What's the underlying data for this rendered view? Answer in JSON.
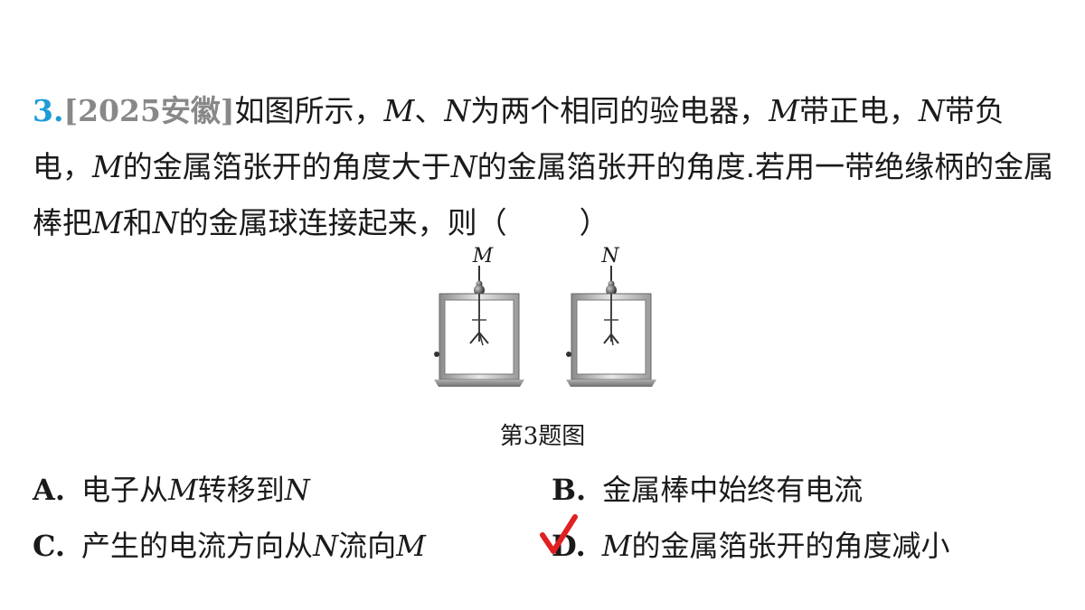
{
  "question": {
    "number": "3.",
    "source": "[2025安徽]",
    "t1": "如图所示，",
    "v1": "M",
    "t2": "、",
    "v2": "N",
    "t3": "为两个相同的验电器，",
    "v3": "M",
    "t4": "带正电，",
    "v4": "N",
    "t5": "带负电，",
    "v5": "M",
    "t6": "的金属箔张开的角度大于",
    "v6": "N",
    "t7": "的金属箔张开的角度.若用一带绝缘柄的金属棒把",
    "v7": "M",
    "t8": "和",
    "v8": "N",
    "t9": "的金属球连接起来，则（",
    "t10": "）"
  },
  "figure": {
    "label_m": "M",
    "label_n": "N",
    "caption": "第3题图"
  },
  "options": {
    "a": {
      "letter": "A.",
      "t1": "电子从",
      "v1": "M",
      "t2": "转移到",
      "v2": "N"
    },
    "b": {
      "letter": "B.",
      "t1": "金属棒中始终有电流"
    },
    "c": {
      "letter": "C.",
      "t1": "产生的电流方向从",
      "v1": "N",
      "t2": "流向",
      "v2": "M"
    },
    "d": {
      "letter": "D.",
      "v1": "M",
      "t1": "的金属箔张开的角度减小"
    }
  },
  "answer_mark": {
    "icon": "checkmark-icon",
    "color": "#e02020",
    "option": "D"
  }
}
